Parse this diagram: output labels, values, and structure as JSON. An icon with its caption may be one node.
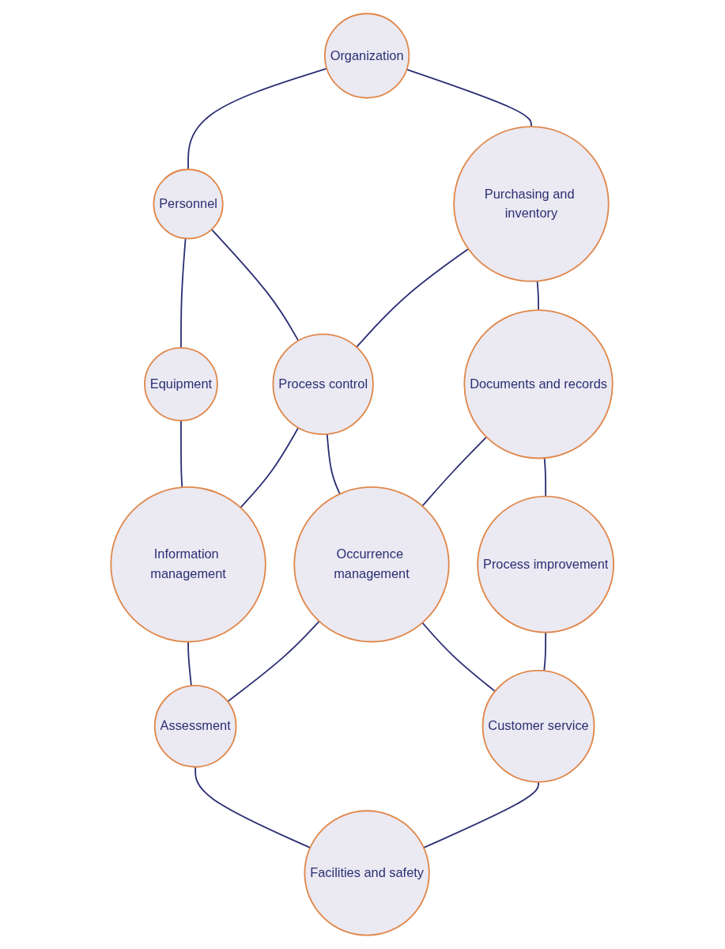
{
  "diagram": {
    "nodes": [
      {
        "text": [
          "Organization"
        ]
      },
      {
        "text": [
          "Personnel"
        ]
      },
      {
        "text": [
          "Equipment"
        ]
      },
      {
        "text": [
          "Purchasing and inventory"
        ]
      },
      {
        "text": [
          "Process control"
        ]
      },
      {
        "text": [
          "Information management"
        ]
      },
      {
        "text": [
          "Documents and records"
        ]
      },
      {
        "text": [
          "Occurrence management"
        ]
      },
      {
        "text": [
          "Assessment"
        ]
      },
      {
        "text": [
          "Process improvement"
        ]
      },
      {
        "text": [
          "Customer service"
        ]
      },
      {
        "text": [
          "Facilities and safety"
        ]
      }
    ],
    "edges": [
      {
        "from": 0,
        "to": 1,
        "arrow": "none"
      },
      {
        "from": 1,
        "to": 2,
        "arrow": "none"
      },
      {
        "from": 0,
        "to": 3,
        "arrow": "none"
      },
      {
        "from": 1,
        "to": 4,
        "arrow": "none"
      },
      {
        "from": 2,
        "to": 5,
        "arrow": "none"
      },
      {
        "from": 3,
        "to": 4,
        "arrow": "none"
      },
      {
        "from": 4,
        "to": 5,
        "arrow": "none"
      },
      {
        "from": 3,
        "to": 6,
        "arrow": "none"
      },
      {
        "from": 4,
        "to": 7,
        "arrow": "none"
      },
      {
        "from": 5,
        "to": 8,
        "arrow": "none"
      },
      {
        "from": 6,
        "to": 7,
        "arrow": "none"
      },
      {
        "from": 7,
        "to": 8,
        "arrow": "none"
      },
      {
        "from": 6,
        "to": 9,
        "arrow": "none"
      },
      {
        "from": 7,
        "to": 10,
        "arrow": "none"
      },
      {
        "from": 8,
        "to": 11,
        "arrow": "none"
      },
      {
        "from": 9,
        "to": 10,
        "arrow": "none"
      },
      {
        "from": 10,
        "to": 11,
        "arrow": "none"
      }
    ]
  }
}
